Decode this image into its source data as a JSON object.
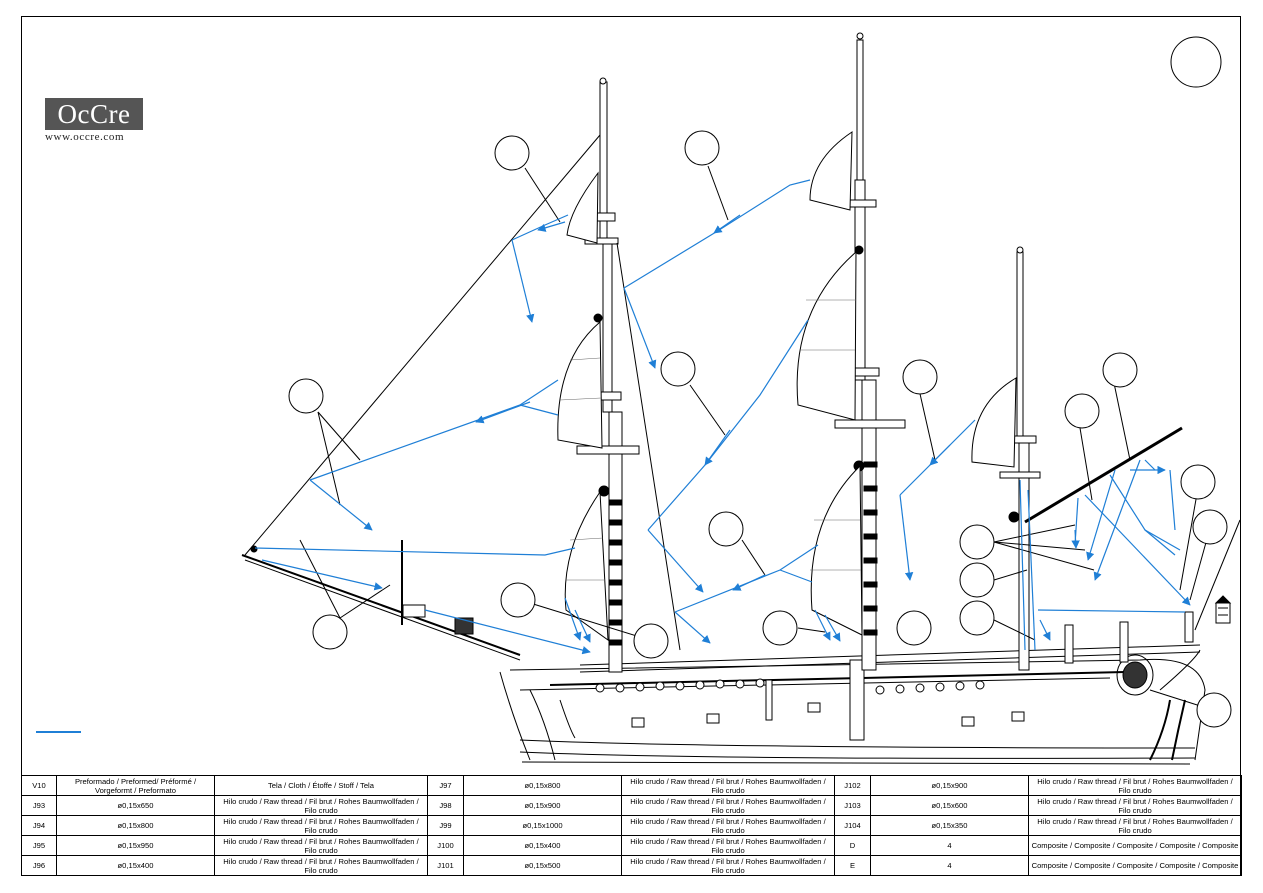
{
  "logo": {
    "brand": "OcCre",
    "url": "www.occre.com"
  },
  "colors": {
    "rigging_blue": "#1f7fd6",
    "logo_gray": "#555555"
  },
  "parts_table": {
    "rows": [
      [
        {
          "code": "V10",
          "size": "Preformado / Preformed/ Préformé / Vorgeformt / Preformato",
          "material": "Tela / Cloth / Étoffe / Stoff / Tela"
        },
        {
          "code": "J97",
          "size": "ø0,15x800",
          "material": "Hilo crudo / Raw thread / Fil brut / Rohes Baumwollfaden / Filo crudo"
        },
        {
          "code": "J102",
          "size": "ø0,15x900",
          "material": "Hilo crudo / Raw thread / Fil brut / Rohes Baumwollfaden / Filo crudo"
        }
      ],
      [
        {
          "code": "J93",
          "size": "ø0,15x650",
          "material": "Hilo crudo / Raw thread / Fil brut / Rohes Baumwollfaden / Filo crudo"
        },
        {
          "code": "J98",
          "size": "ø0,15x900",
          "material": "Hilo crudo / Raw thread / Fil brut / Rohes Baumwollfaden / Filo crudo"
        },
        {
          "code": "J103",
          "size": "ø0,15x600",
          "material": "Hilo crudo / Raw thread / Fil brut / Rohes Baumwollfaden / Filo crudo"
        }
      ],
      [
        {
          "code": "J94",
          "size": "ø0,15x800",
          "material": "Hilo crudo / Raw thread / Fil brut / Rohes Baumwollfaden / Filo crudo"
        },
        {
          "code": "J99",
          "size": "ø0,15x1000",
          "material": "Hilo crudo / Raw thread / Fil brut / Rohes Baumwollfaden / Filo crudo"
        },
        {
          "code": "J104",
          "size": "ø0,15x350",
          "material": "Hilo crudo / Raw thread / Fil brut / Rohes Baumwollfaden / Filo crudo"
        }
      ],
      [
        {
          "code": "J95",
          "size": "ø0,15x950",
          "material": "Hilo crudo / Raw thread / Fil brut / Rohes Baumwollfaden / Filo crudo"
        },
        {
          "code": "J100",
          "size": "ø0,15x400",
          "material": "Hilo crudo / Raw thread / Fil brut / Rohes Baumwollfaden / Filo crudo"
        },
        {
          "code": "D",
          "size": "4",
          "material": "Composite / Composite / Composite / Composite / Composite"
        }
      ],
      [
        {
          "code": "J96",
          "size": "ø0,15x400",
          "material": "Hilo crudo / Raw thread / Fil brut / Rohes Baumwollfaden / Filo crudo"
        },
        {
          "code": "J101",
          "size": "ø0,15x500",
          "material": "Hilo crudo / Raw thread / Fil brut / Rohes Baumwollfaden / Filo crudo"
        },
        {
          "code": "E",
          "size": "4",
          "material": "Composite / Composite / Composite / Composite / Composite"
        }
      ]
    ]
  }
}
